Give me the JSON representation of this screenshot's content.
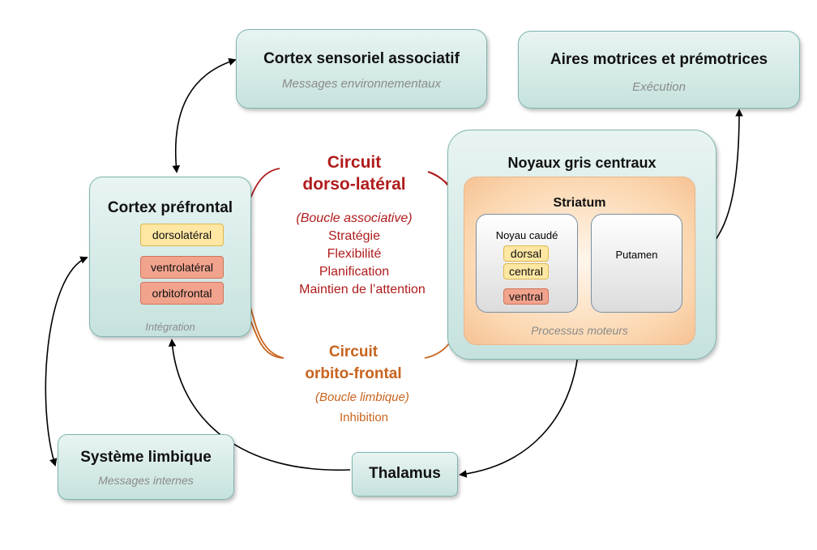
{
  "sensory": {
    "title": "Cortex sensoriel associatif",
    "subtitle": "Messages environnementaux"
  },
  "motor": {
    "title": "Aires motrices et prémotrices",
    "subtitle": "Exécution"
  },
  "prefrontal": {
    "title": "Cortex préfrontal",
    "footer": "Intégration",
    "areas": [
      "dorsolatéral",
      "ventrolatéral",
      "orbitofrontal"
    ]
  },
  "basal_ganglia": {
    "title": "Noyaux gris centraux",
    "striatum": "Striatum",
    "caudate": "Noyau caudé",
    "caudate_parts": [
      "dorsal",
      "central",
      "ventral"
    ],
    "putamen": "Putamen",
    "footer": "Processus moteurs"
  },
  "limbic": {
    "title": "Système limbique",
    "subtitle": "Messages internes"
  },
  "thalamus": {
    "title": "Thalamus"
  },
  "dorsolateral_circuit": {
    "title_line1": "Circuit",
    "title_line2": "dorso-latéral",
    "subtitle": "(Boucle associative)",
    "functions": [
      "Stratégie",
      "Flexibilité",
      "Planification",
      "Maintien de l’attention"
    ]
  },
  "orbitofrontal_circuit": {
    "title_line1": "Circuit",
    "title_line2": "orbito-frontal",
    "subtitle": "(Boucle limbique)",
    "functions": [
      "Inhibition"
    ]
  },
  "colors": {
    "dorsolateral": "#b01c1c",
    "orbitofrontal": "#c8641e",
    "box_border": "#7fb5b0",
    "box_fill": "#d4ebe8"
  }
}
